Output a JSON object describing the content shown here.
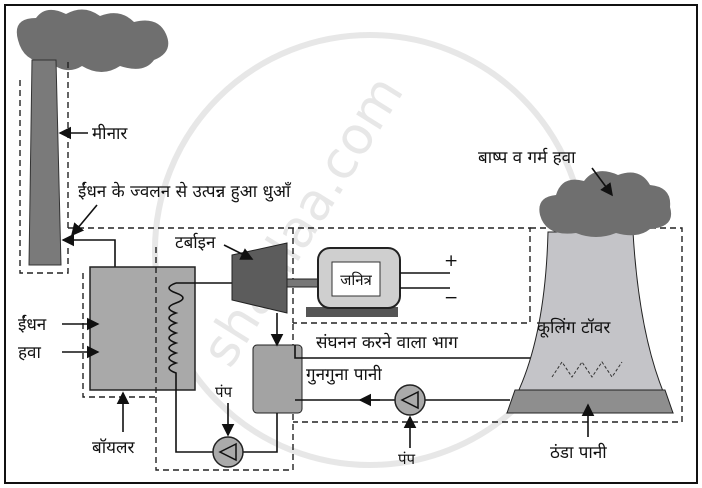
{
  "title": "Thermal power plant diagram",
  "labels": {
    "chimney": "मीनार",
    "smoke": "ईंधन के ज्वलन से उत्पन्न हुआ धुआँ",
    "turbine": "टर्बाइन",
    "generator": "जनित्र",
    "plus": "+",
    "minus": "−",
    "steam_hot_air": "बाष्प व गर्म हवा",
    "cooling_tower": "कूलिंग टॉवर",
    "condenser": "संघनन करने वाला भाग",
    "warm_water": "गुनगुना पानी",
    "fuel": "ईंधन",
    "air": "हवा",
    "boiler": "बॉयलर",
    "pump_1": "पंप",
    "pump_2": "पंप",
    "cold_water": "ठंडा पानी"
  },
  "watermark": "shaalaa.com",
  "colors": {
    "fill_gray": "#a9a9a9",
    "dark_gray": "#6b6b6b",
    "tower": "#c4c4c8",
    "line": "#111111"
  }
}
